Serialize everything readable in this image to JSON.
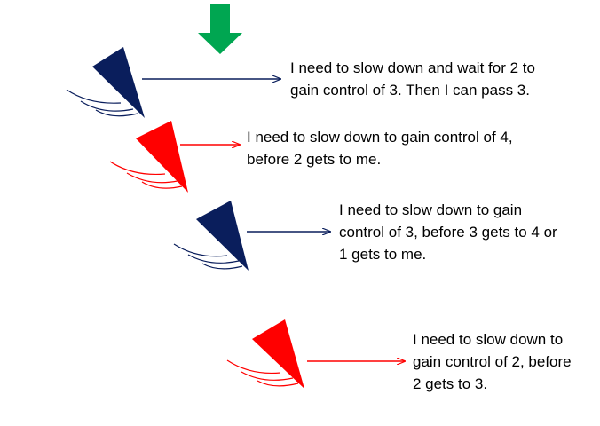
{
  "colors": {
    "navy": "#0a1e5c",
    "red": "#ff0000",
    "green": "#00a651"
  },
  "wind_indicator": {
    "icon": "down-arrow-icon",
    "color": "#00a651"
  },
  "boats": [
    {
      "color": "#0a1e5c",
      "icon": "sailboat-icon",
      "note_lines": [
        "I need to slow down and wait for 2 to",
        "gain control of 3. Then I can pass 3."
      ]
    },
    {
      "color": "#ff0000",
      "icon": "sailboat-icon",
      "note_lines": [
        "I need to slow down to gain control of 4,",
        "before 2 gets to me."
      ]
    },
    {
      "color": "#0a1e5c",
      "icon": "sailboat-icon",
      "note_lines": [
        "I need to slow down to gain",
        "control of 3, before 3 gets to 4 or",
        "1 gets to me."
      ]
    },
    {
      "color": "#ff0000",
      "icon": "sailboat-icon",
      "note_lines": [
        "I need to slow down to",
        "gain control of 2, before",
        "2 gets to 3."
      ]
    }
  ]
}
